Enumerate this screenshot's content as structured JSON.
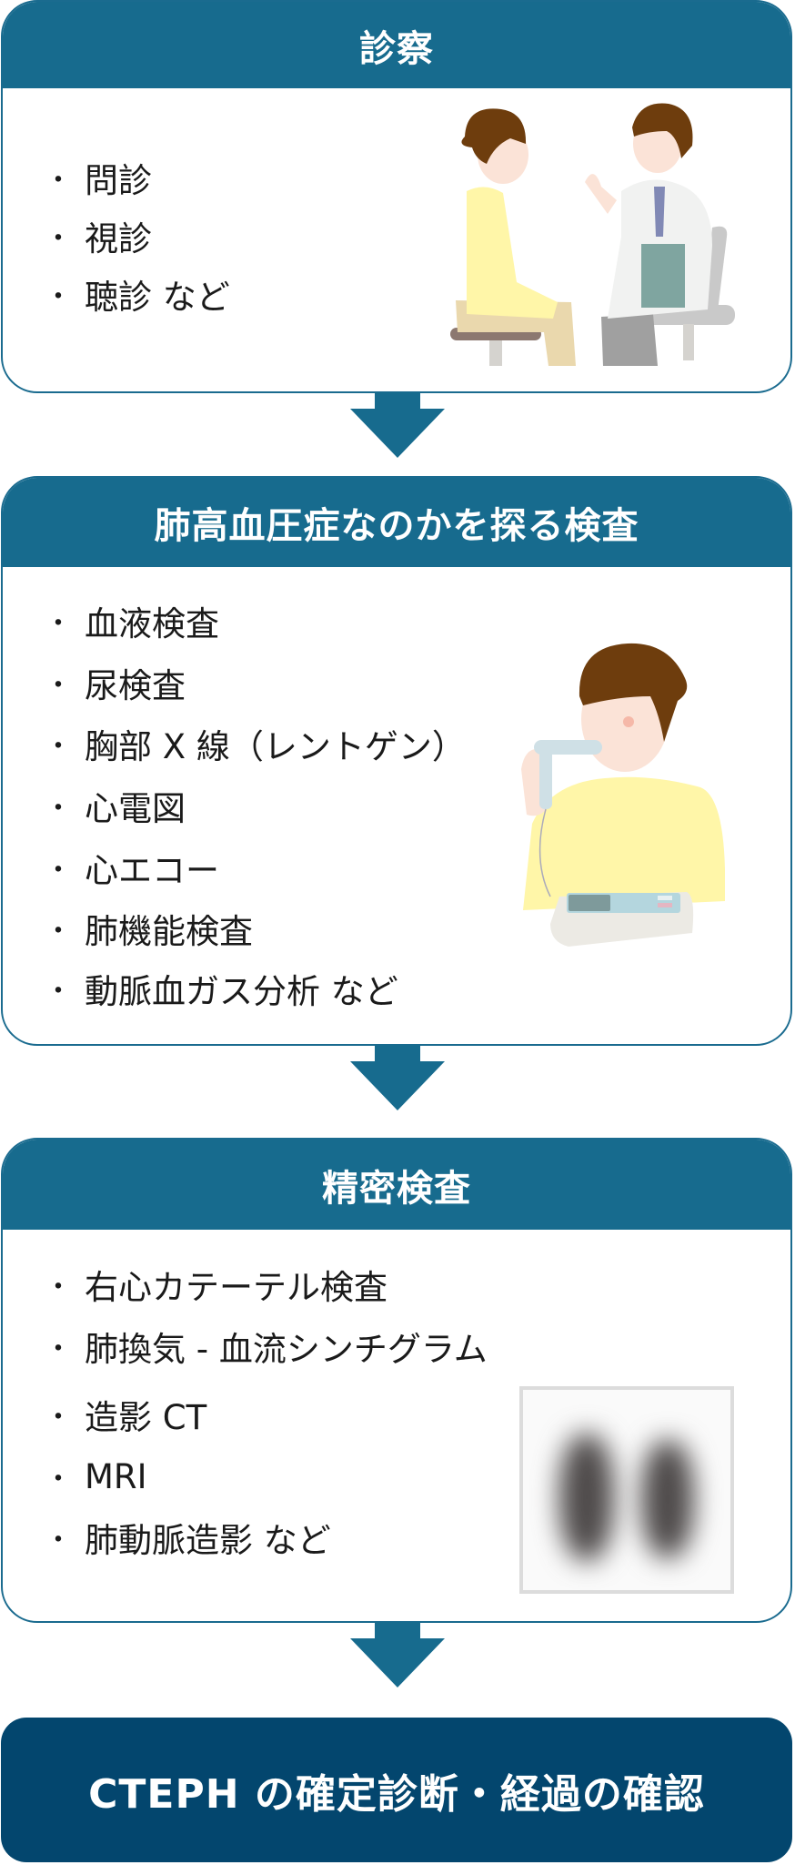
{
  "steps": [
    {
      "title": "診察",
      "items": [
        "問診",
        "視診",
        "聴診 など"
      ],
      "illustration": "doctor-consultation-illustration"
    },
    {
      "title": "肺高血圧症なのかを探る検査",
      "items": [
        "血液検査",
        "尿検査",
        "胸部 X 線（レントゲン）",
        "心電図",
        "心エコー",
        "肺機能検査",
        "動脈血ガス分析 など"
      ],
      "illustration": "spirometry-test-illustration"
    },
    {
      "title": "精密検査",
      "items": [
        "右心カテーテル検査",
        "肺換気 - 血流シンチグラム",
        "造影 CT",
        "MRI",
        "肺動脈造影 など"
      ],
      "illustration": "lung-scintigram-image"
    }
  ],
  "final": {
    "label": "CTEPH の確定診断・経過の確認"
  },
  "bullet": "・",
  "colors": {
    "header": "#176b8e",
    "border": "#1a6b8f",
    "final": "#03466e",
    "arrow": "#176b8e"
  }
}
